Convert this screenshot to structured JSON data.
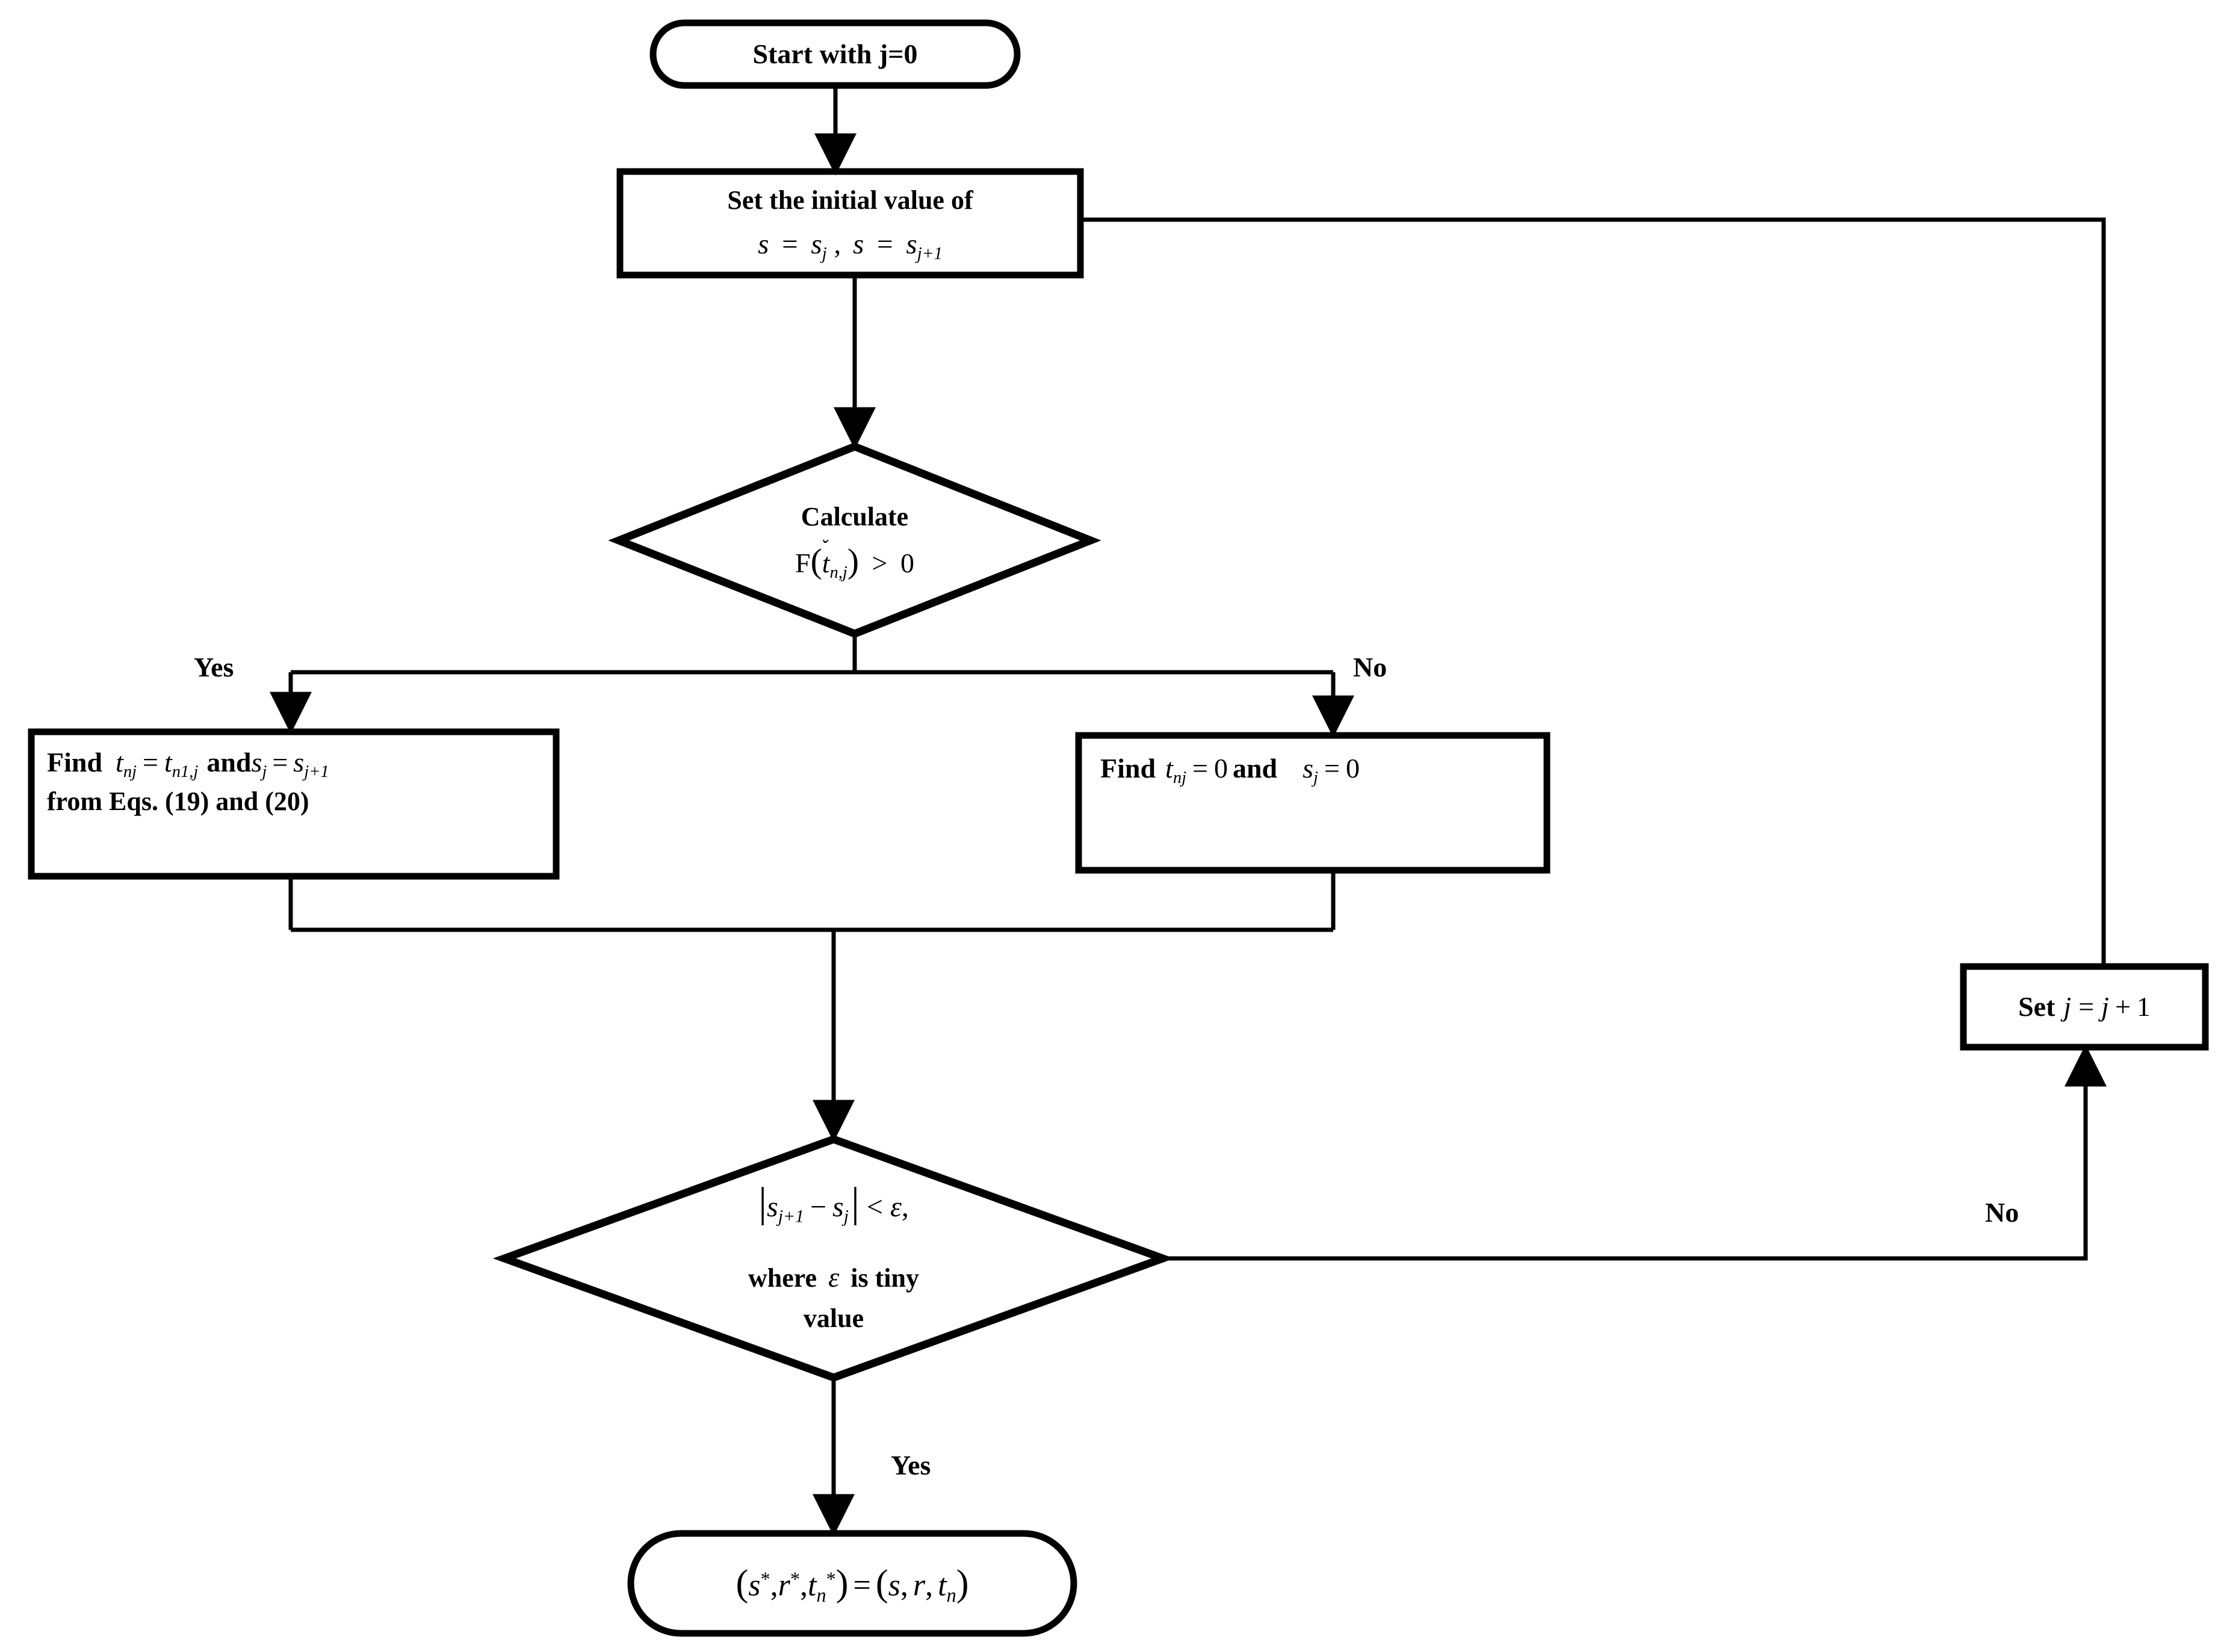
{
  "diagram": {
    "title": "Iterative solution flowchart",
    "stroke_color": "#000000",
    "fill_color": "#ffffff",
    "background": "#ffffff"
  },
  "nodes": {
    "start": {
      "shape": "terminator",
      "text": "Start with j=0"
    },
    "set_initial": {
      "shape": "process",
      "line1": "Set the initial value of",
      "math": {
        "s1": "s",
        "eq1": "=",
        "s2": "s",
        "sub1": "j",
        "comma": ",",
        "s3": "s",
        "eq2": "=",
        "s4": "s",
        "sub2": "j+1"
      }
    },
    "decision_f": {
      "shape": "decision",
      "line1": "Calculate",
      "math": {
        "fn": "F",
        "open": "(",
        "t": "t",
        "accent": "ˇ",
        "sub": "n,j",
        "close": ")",
        "rel": ">",
        "rhs": "0"
      }
    },
    "find_left": {
      "shape": "process",
      "math_line": {
        "find": "Find",
        "t1": "t",
        "sub1": "nj",
        "eq1": "=",
        "t2": "t",
        "sub2": "n1,j",
        "and": "and",
        "s1": "s",
        "sub3": "j",
        "eq2": "=",
        "s2": "s",
        "sub4": "j+1"
      },
      "line2": "from Eqs. (19) and (20)"
    },
    "find_right": {
      "shape": "process",
      "math_line": {
        "find": "Find",
        "t1": "t",
        "sub1": "nj",
        "eq1": "=",
        "zero1": "0",
        "and": "and",
        "s1": "s",
        "sub2": "j",
        "eq2": "=",
        "zero2": "0"
      }
    },
    "decision_eps": {
      "shape": "decision",
      "math_line": {
        "bar_open": "|",
        "s1": "s",
        "sub1": "j+1",
        "minus": "−",
        "s2": "s",
        "sub2": "j",
        "bar_close": "|",
        "rel": "<",
        "eps": "ε",
        "comma": ","
      },
      "line2_pre": "where",
      "line2_eps": "ε",
      "line2_post": "is tiny",
      "line3": "value"
    },
    "set_j": {
      "shape": "process",
      "label": "Set",
      "math": {
        "j1": "j",
        "eq": "=",
        "j2": "j",
        "plus": "+",
        "one": "1"
      }
    },
    "result": {
      "shape": "terminator",
      "math": {
        "open1": "(",
        "s": "s",
        "star1": "*",
        "c1": ",",
        "r": "r",
        "star2": "*",
        "c2": ",",
        "t": "t",
        "subn1": "n",
        "star3": "*",
        "close1": ")",
        "eq": "=",
        "open2": "(",
        "s2": "s",
        "c3": ",",
        "r2": "r",
        "c4": ",",
        "t2": "t",
        "subn2": "n",
        "close2": ")"
      }
    }
  },
  "edge_labels": {
    "yes_top": "Yes",
    "no_top": "No",
    "no_loop": "No",
    "yes_bottom": "Yes"
  }
}
